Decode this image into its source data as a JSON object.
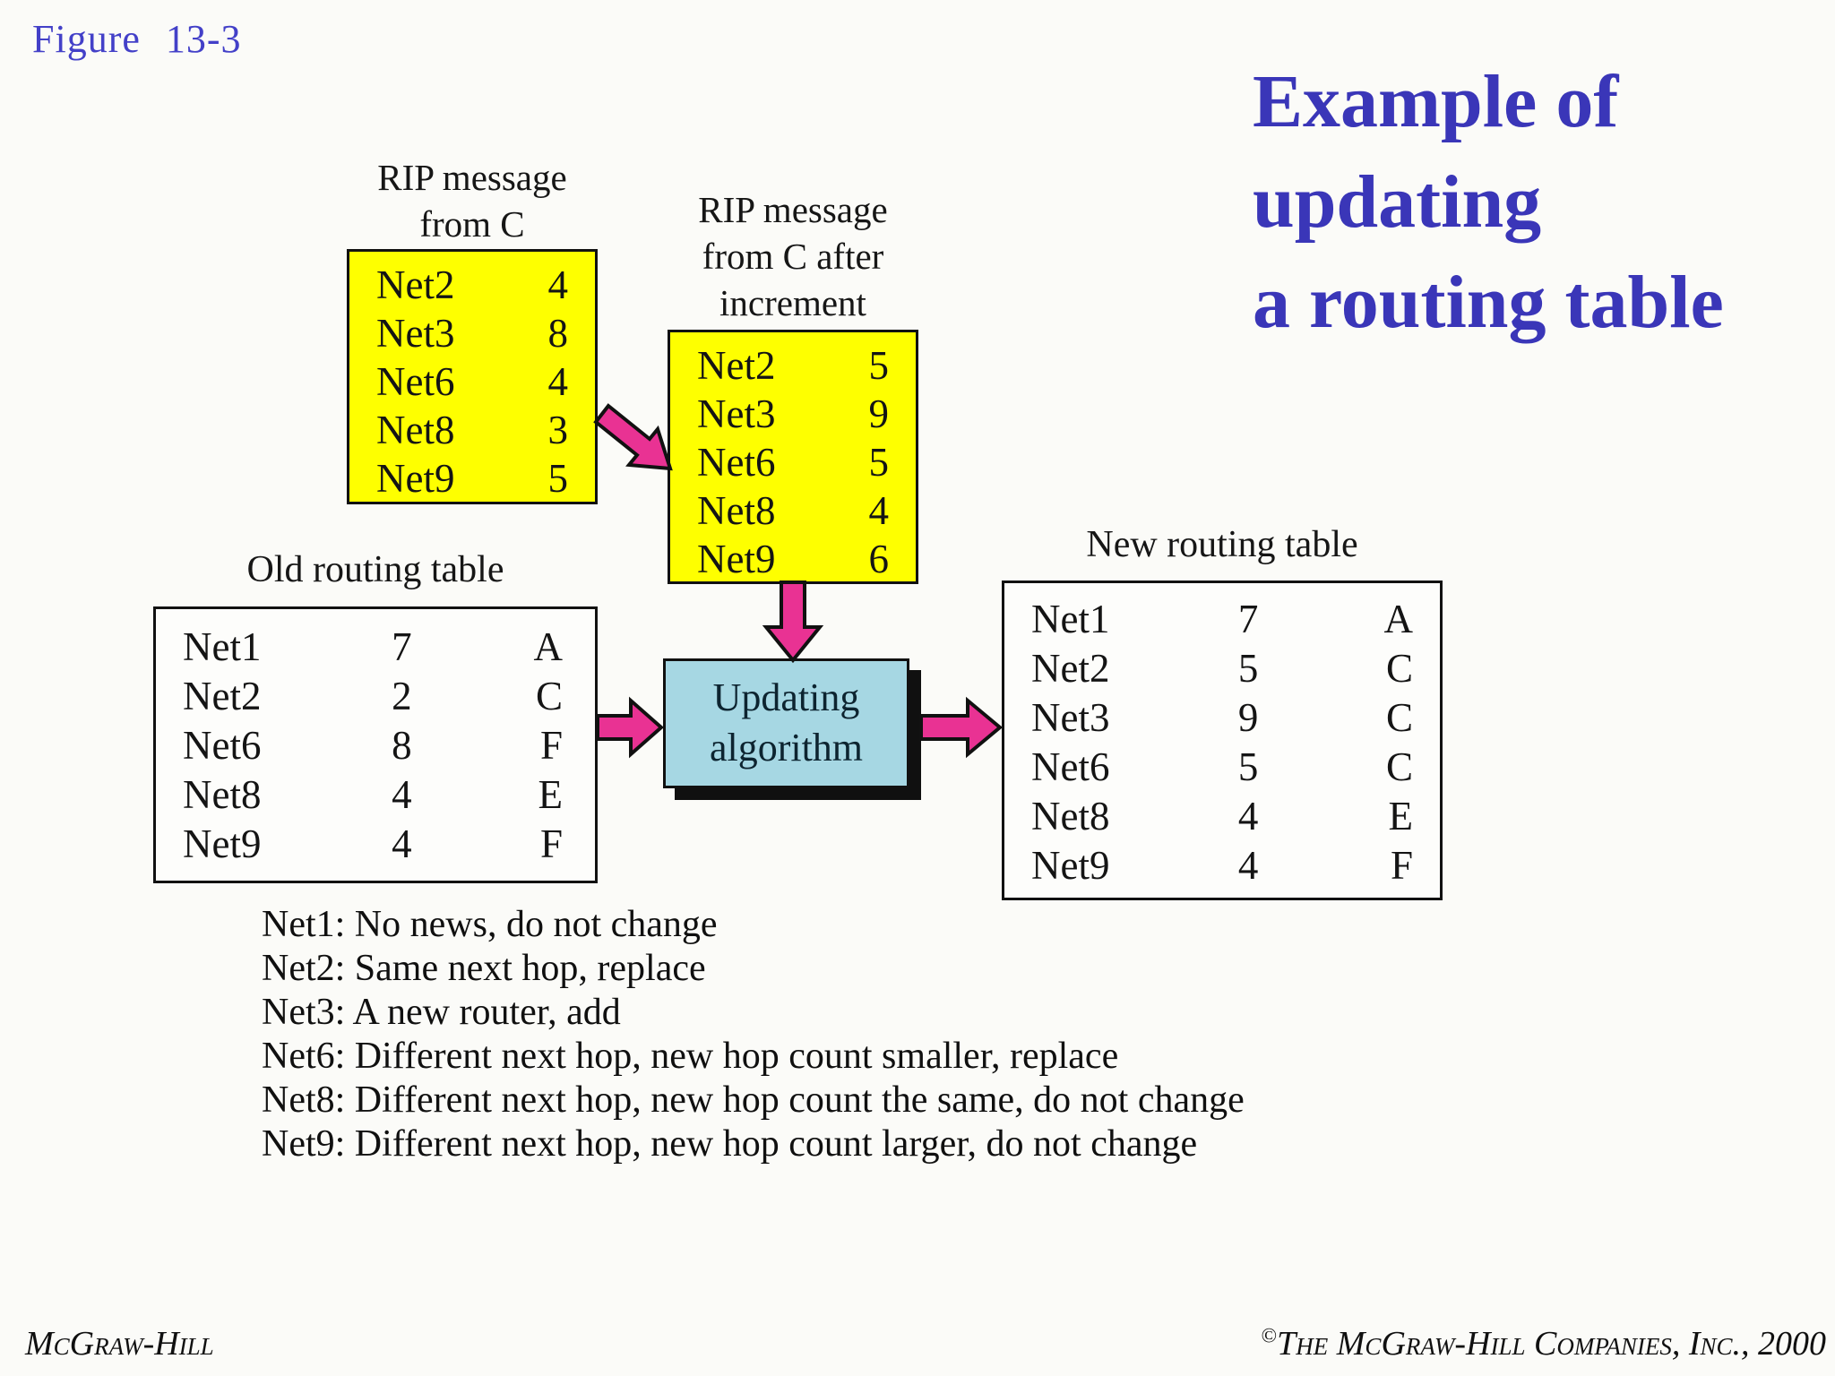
{
  "figure_label": "Figure  13-3",
  "title": {
    "lines": [
      "Example of",
      "updating",
      "a routing table"
    ]
  },
  "colors": {
    "background": "#fbfbf8",
    "table_yellow": "#feff00",
    "arrow_pink": "#e93293",
    "algorithm_cyan": "#a6d7e3",
    "title_blue": "#3a36b8",
    "figure_label_blue": "#4340c8",
    "border_black": "#111111"
  },
  "rip_message_c": {
    "title_lines": [
      "RIP message",
      "from C"
    ],
    "rows": [
      {
        "net": "Net2",
        "hops": "4"
      },
      {
        "net": "Net3",
        "hops": "8"
      },
      {
        "net": "Net6",
        "hops": "4"
      },
      {
        "net": "Net8",
        "hops": "3"
      },
      {
        "net": "Net9",
        "hops": "5"
      }
    ]
  },
  "rip_message_c_after": {
    "title_lines": [
      "RIP message",
      "from C after",
      "increment"
    ],
    "rows": [
      {
        "net": "Net2",
        "hops": "5"
      },
      {
        "net": "Net3",
        "hops": "9"
      },
      {
        "net": "Net6",
        "hops": "5"
      },
      {
        "net": "Net8",
        "hops": "4"
      },
      {
        "net": "Net9",
        "hops": "6"
      }
    ]
  },
  "old_routing_table": {
    "title": "Old routing table",
    "rows": [
      {
        "net": "Net1",
        "hops": "7",
        "next": "A"
      },
      {
        "net": "Net2",
        "hops": "2",
        "next": "C"
      },
      {
        "net": "Net6",
        "hops": "8",
        "next": "F"
      },
      {
        "net": "Net8",
        "hops": "4",
        "next": "E"
      },
      {
        "net": "Net9",
        "hops": "4",
        "next": "F"
      }
    ]
  },
  "new_routing_table": {
    "title": "New routing table",
    "rows": [
      {
        "net": "Net1",
        "hops": "7",
        "next": "A"
      },
      {
        "net": "Net2",
        "hops": "5",
        "next": "C"
      },
      {
        "net": "Net3",
        "hops": "9",
        "next": "C"
      },
      {
        "net": "Net6",
        "hops": "5",
        "next": "C"
      },
      {
        "net": "Net8",
        "hops": "4",
        "next": "E"
      },
      {
        "net": "Net9",
        "hops": "4",
        "next": "F"
      }
    ]
  },
  "updating_algorithm": {
    "lines": [
      "Updating",
      "algorithm"
    ]
  },
  "notes": [
    "Net1: No news, do not change",
    "Net2: Same next hop, replace",
    "Net3: A new router, add",
    "Net6: Different next hop, new hop count smaller, replace",
    "Net8: Different next hop, new hop count the same, do not change",
    "Net9: Different next hop, new hop count larger, do not change"
  ],
  "footer": {
    "left": "McGraw-Hill",
    "copyright": "©",
    "right": "The McGraw-Hill Companies, Inc., 2000"
  }
}
